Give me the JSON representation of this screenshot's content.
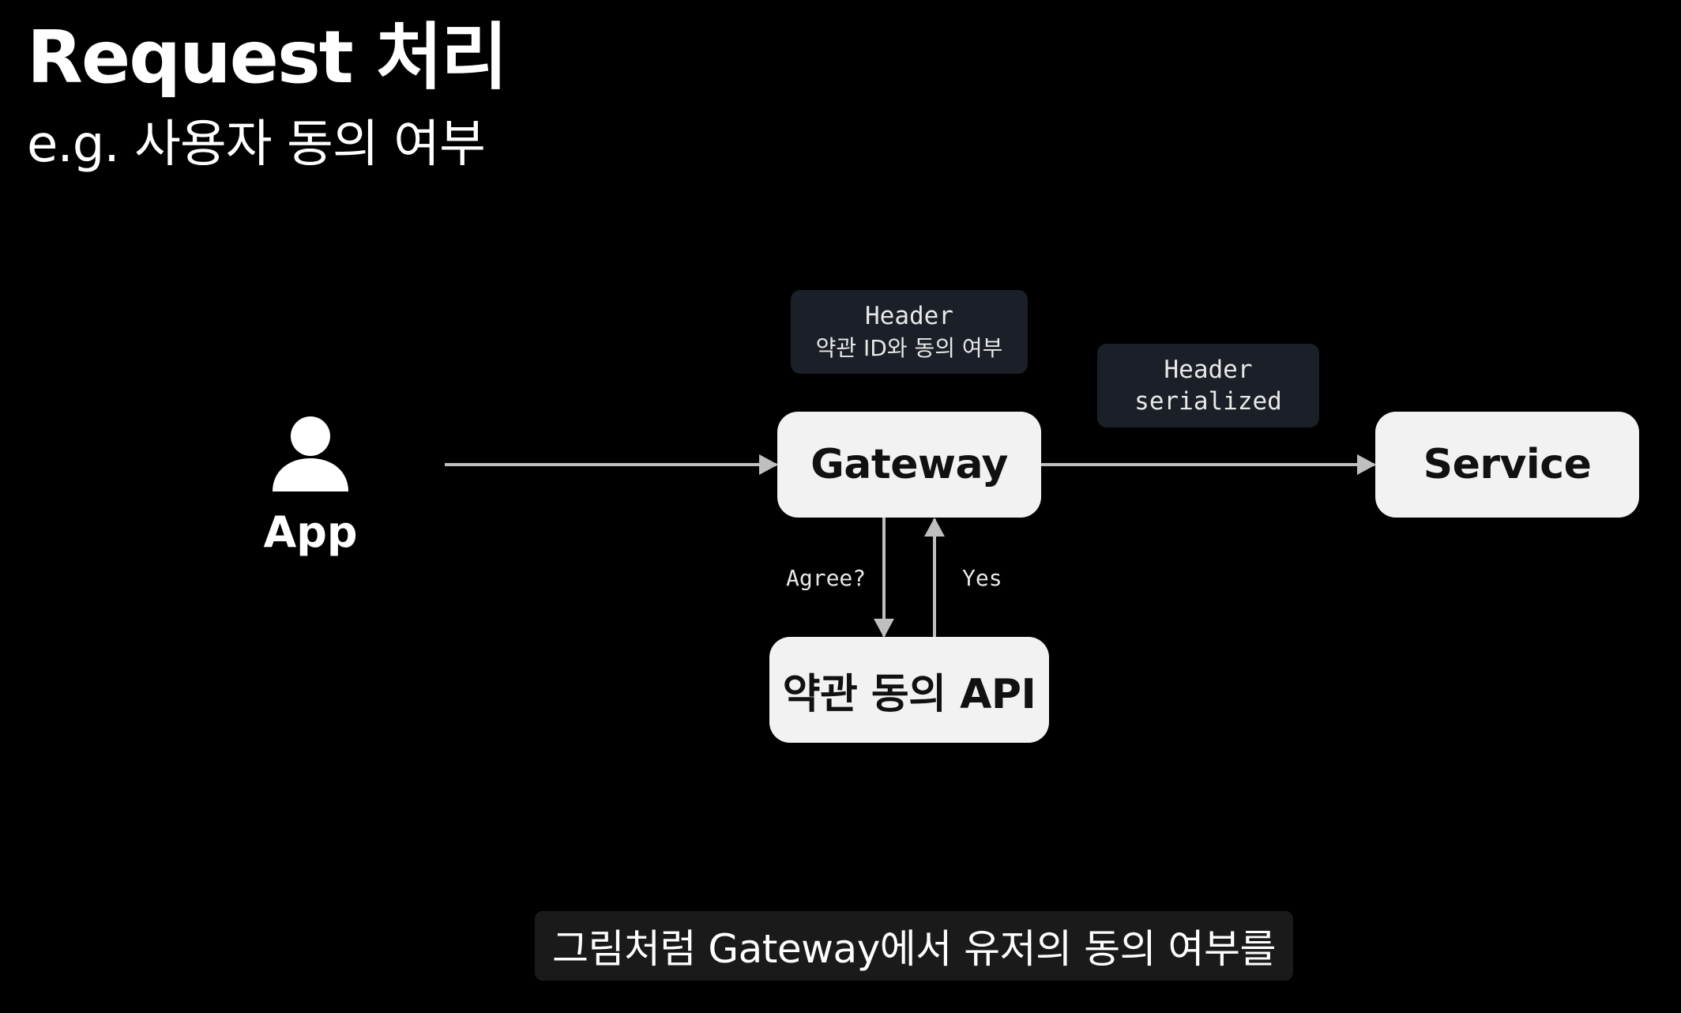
{
  "slide": {
    "title": "Request 처리",
    "subtitle": "e.g. 사용자 동의 여부"
  },
  "diagram": {
    "nodes": {
      "app": {
        "label": "App",
        "icon": "user-icon"
      },
      "gateway": {
        "label": "Gateway"
      },
      "service": {
        "label": "Service"
      },
      "consent_api": {
        "label": "약관 동의 API"
      }
    },
    "notes": {
      "gateway_header": {
        "line1": "Header",
        "line2": "약관 ID와 동의 여부"
      },
      "service_header": {
        "line1": "Header",
        "line2": "serialized"
      }
    },
    "edges": {
      "agree": "Agree?",
      "yes": "Yes"
    }
  },
  "caption": {
    "text": "그림처럼 Gateway에서 유저의 동의 여부를"
  },
  "colors": {
    "background": "#000000",
    "node_fill": "#f2f2f2",
    "note_fill": "#1b1f27",
    "arrow": "#bfbfbf",
    "caption_bg": "#1a1a1a"
  }
}
